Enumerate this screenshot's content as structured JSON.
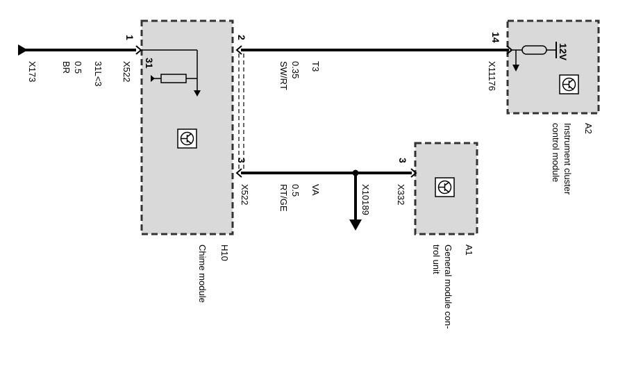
{
  "components": {
    "h10": {
      "id": "H10",
      "name": "Chime module"
    },
    "a1": {
      "id": "A1",
      "name_line1": "General module con-",
      "name_line2": "trol unit"
    },
    "a2": {
      "id": "A2",
      "name_line1": "Instrument cluster",
      "name_line2": "control module"
    }
  },
  "pins": {
    "h10_pin1": "1",
    "h10_pin2": "2",
    "h10_pin3": "3",
    "a1_pin3": "3",
    "a2_pin14": "14",
    "internal_ground": "31",
    "voltage": "12V"
  },
  "connectors": {
    "x173": "X173",
    "x522_top": "X522",
    "x522_bottom": "X522",
    "x11176": "X11176",
    "x10189": "X10189",
    "x332": "X332"
  },
  "wires": {
    "w31": {
      "name": "31L<3",
      "size": "0.5",
      "color": "BR"
    },
    "t3": {
      "name": "T3",
      "size": "0.35",
      "color": "SW/RT"
    },
    "va": {
      "name": "VA",
      "size": "0.5",
      "color": "RT/GE"
    }
  },
  "colors": {
    "module_fill": "#d9d9d9",
    "wire": "#000000",
    "dash": "#333333"
  },
  "icons": [
    "ecu-symbol-icon",
    "resistor-icon",
    "ground-arrow-icon",
    "connector-arrow-icon"
  ]
}
